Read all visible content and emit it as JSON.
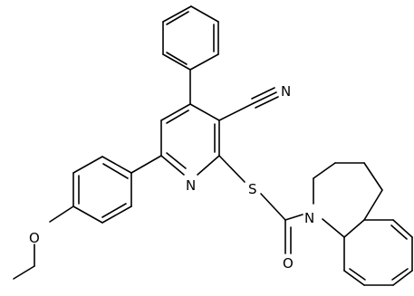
{
  "diagram": {
    "atoms": {
      "nitrile_n": "N",
      "pyridine_n": "N",
      "sulfur": "S",
      "carbonyl_o": "O",
      "ether_o": "O",
      "quinoline_n": "N"
    }
  },
  "colors": {
    "ink": "#000000",
    "background": "#ffffff"
  }
}
